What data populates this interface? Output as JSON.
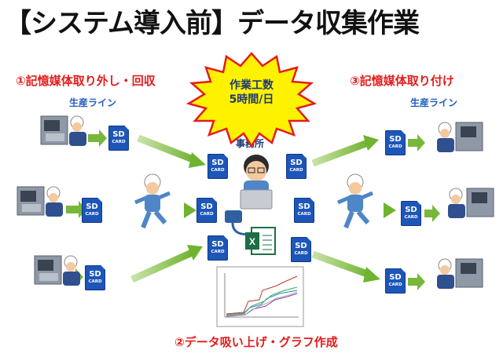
{
  "title": "【システム導入前】データ収集作業",
  "step1": "①記憶媒体取り外し・回収",
  "step2": "②データ吸い上げ・グラフ作成",
  "step3": "③記憶媒体取り付け",
  "line_left": "生産ライン",
  "line_right": "生産ライン",
  "office": "事務所",
  "burst_line1": "作業工数",
  "burst_line2": "5時間/日",
  "sd_top": "SD",
  "sd_bottom": "CARD",
  "colors": {
    "red": "#e61b1b",
    "arrow_green": "#77b83a",
    "sd_blue": "#1d56b8",
    "burst_yellow": "#fff200",
    "burst_red": "#e61b1b"
  }
}
